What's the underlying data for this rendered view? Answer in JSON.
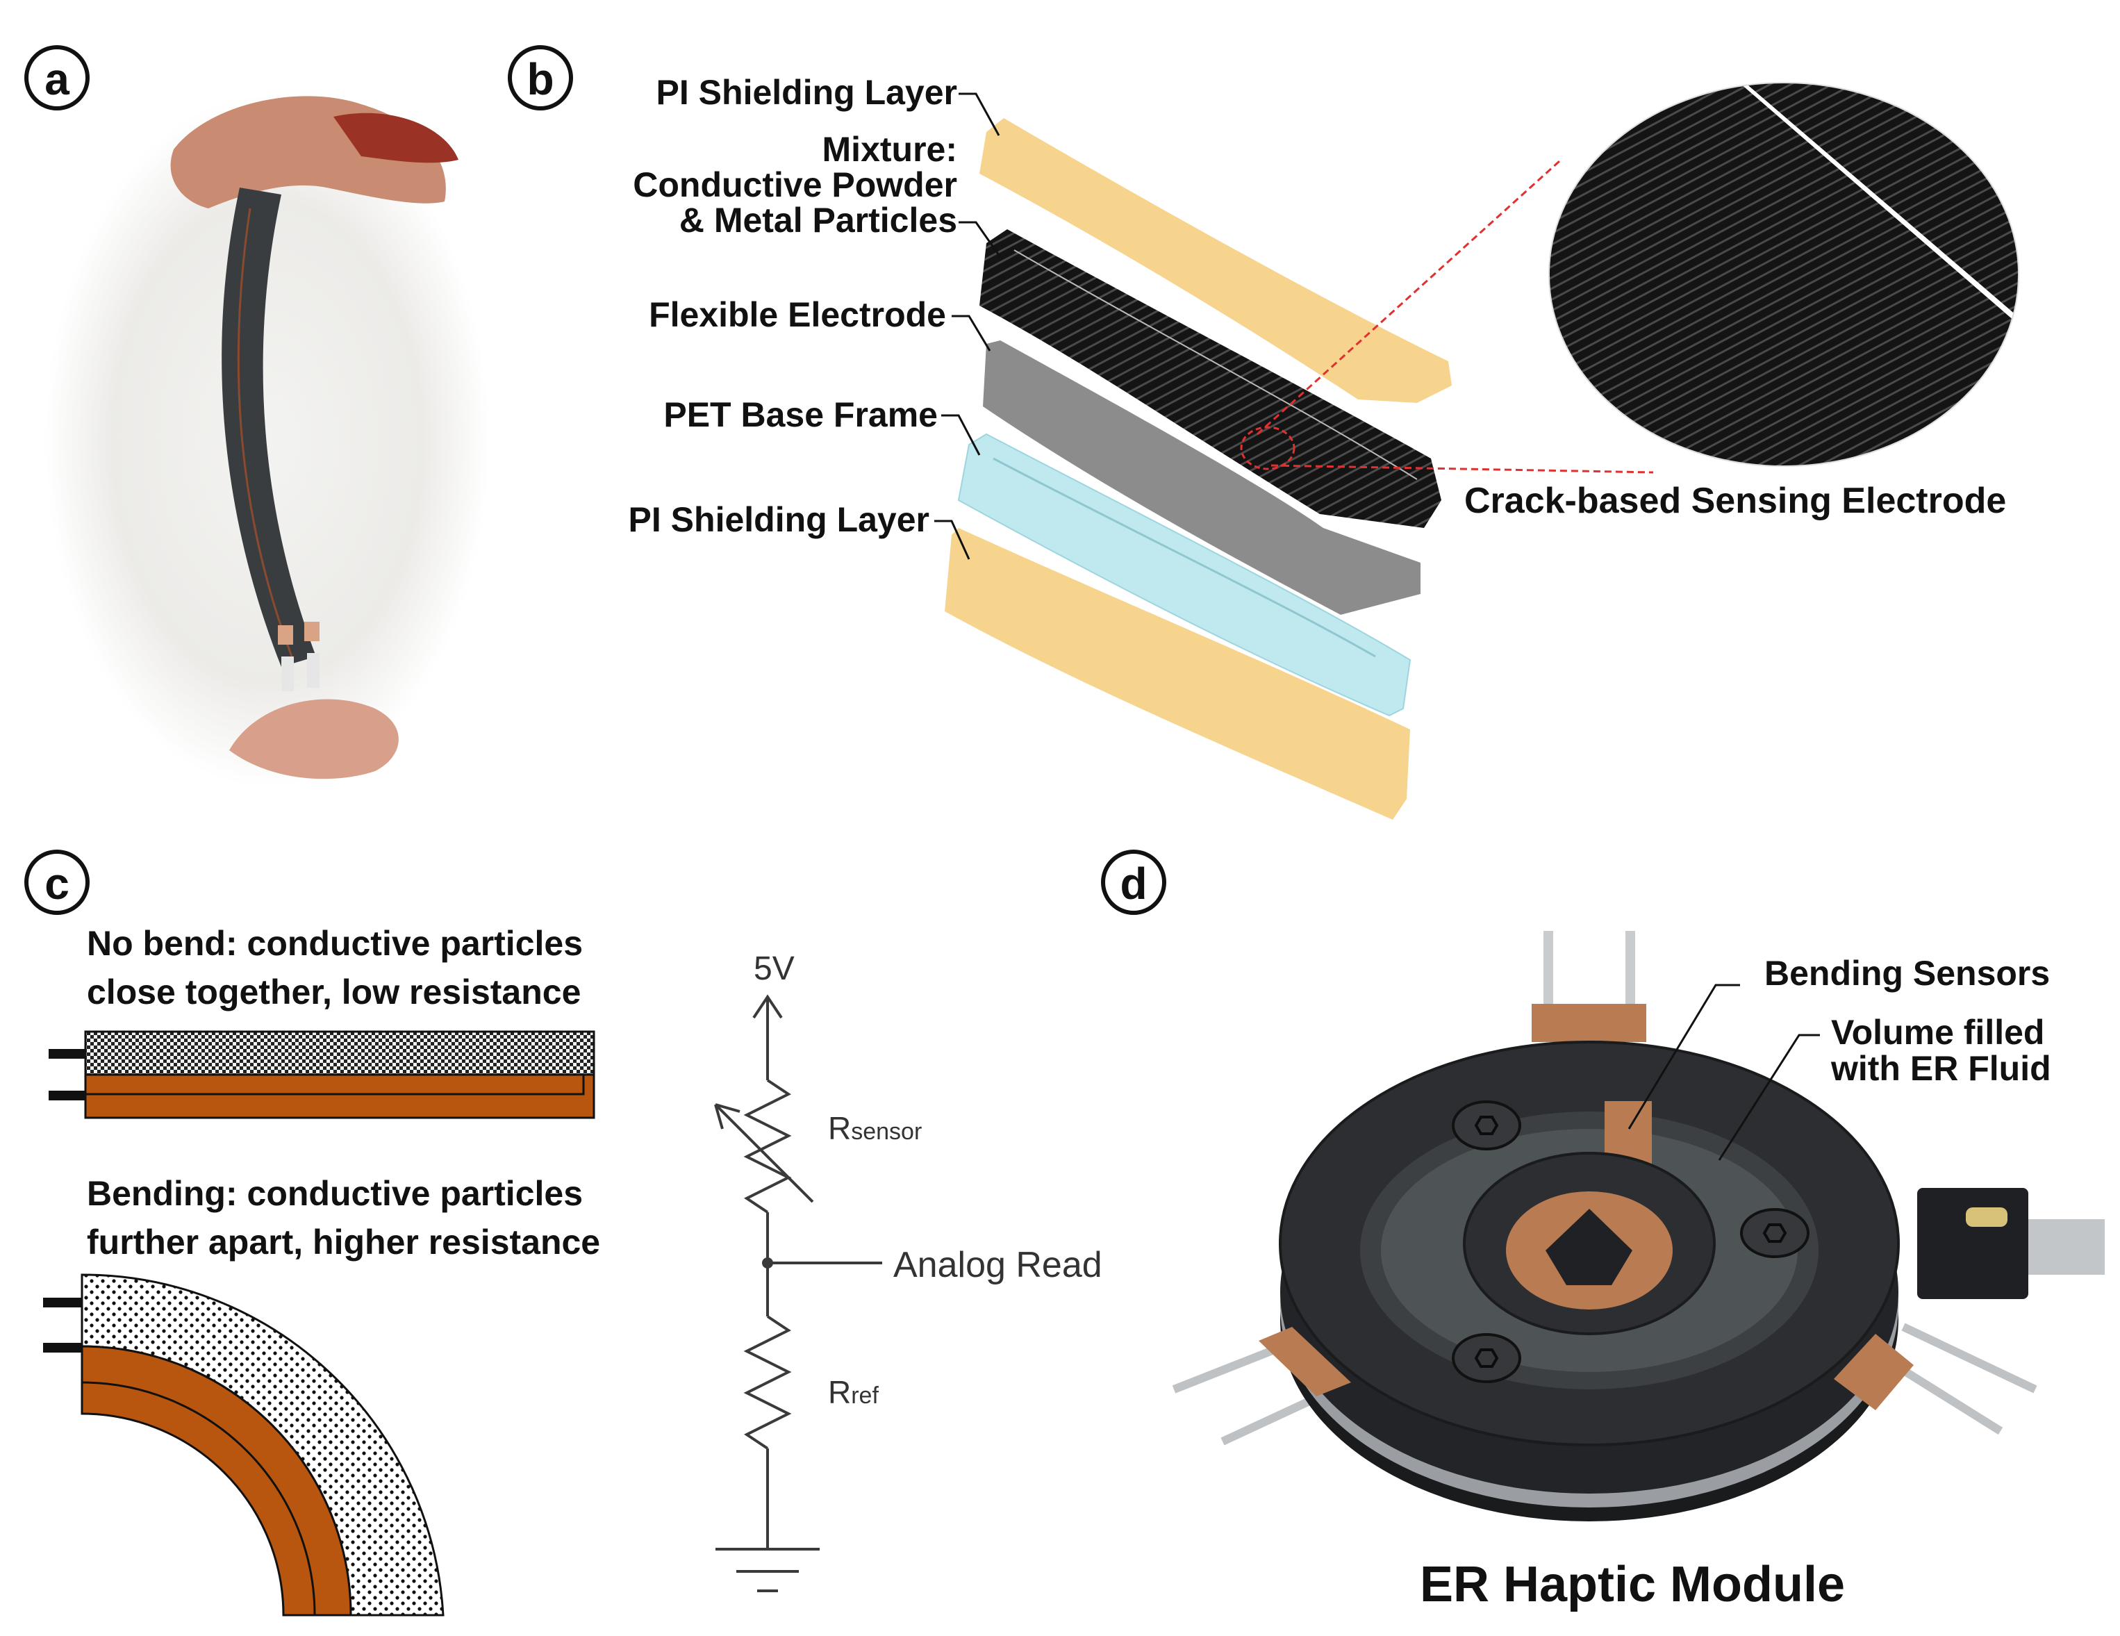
{
  "panels": {
    "a": "a",
    "b": "b",
    "c": "c",
    "d": "d"
  },
  "layers": {
    "pi_top": "PI Shielding Layer",
    "mixture_1": "Mixture:",
    "mixture_2": "Conductive Powder",
    "mixture_3": "& Metal Particles",
    "electrode": "Flexible Electrode",
    "pet": "PET Base Frame",
    "pi_bottom": "PI Shielding Layer",
    "crack": "Crack-based Sensing Electrode"
  },
  "bend": {
    "nobend_1": "No bend: conductive particles",
    "nobend_2": "close together, low resistance",
    "bending_1": "Bending: conductive particles",
    "bending_2": "further apart, higher resistance"
  },
  "circuit": {
    "supply": "5V",
    "r_sensor_main": "R",
    "r_sensor_sub": "sensor",
    "analog": "Analog Read",
    "r_ref_main": "R",
    "r_ref_sub": "ref"
  },
  "module": {
    "bending_sensors": "Bending Sensors",
    "volume_1": "Volume filled",
    "volume_2": "with ER Fluid",
    "title": "ER Haptic Module"
  },
  "colors": {
    "pi_layer": "#f7d48e",
    "pet_frame": "#bfe9ef",
    "electrode": "#8c8c8c",
    "copper": "#b8560f",
    "module_body": "#2c2e31",
    "sensor_pad": "#b87b52"
  }
}
